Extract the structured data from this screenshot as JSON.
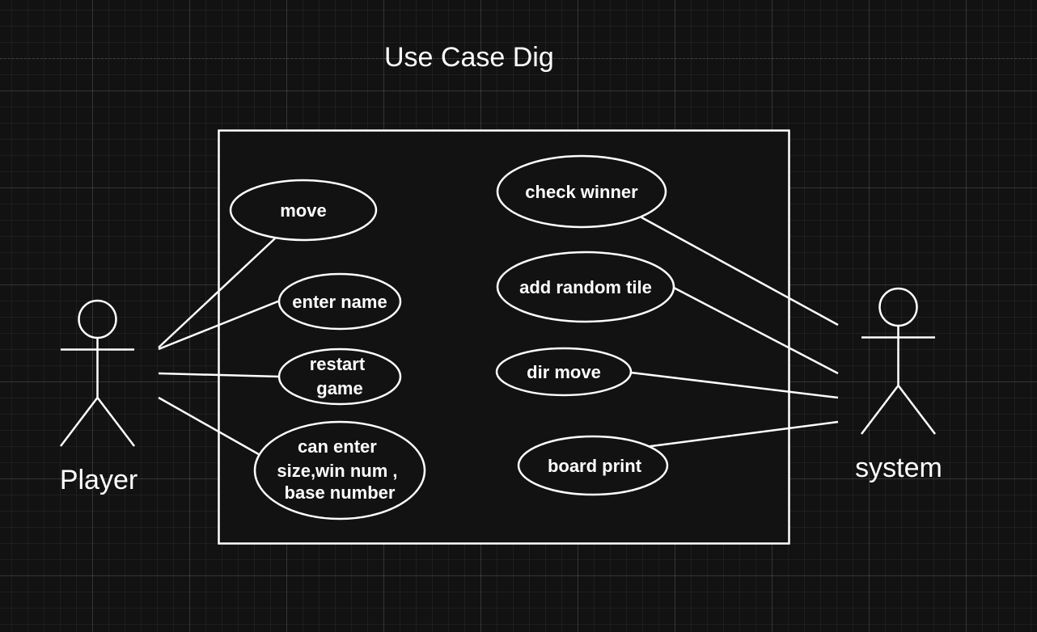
{
  "diagram": {
    "title": "Use Case Dig",
    "actors": {
      "player": "Player",
      "system": "system"
    },
    "use_cases": {
      "move": "move",
      "enter_name": "enter name",
      "restart_game": [
        "restart",
        "game"
      ],
      "can_enter": [
        "can enter",
        "size,win num ,",
        "base number"
      ],
      "check_winner": "check winner",
      "add_random_tile": "add random tile",
      "dir_move": "dir move",
      "board_print": "board print"
    }
  },
  "colors": {
    "background": "#121212",
    "stroke": "#ffffff",
    "text": "#ffffff"
  }
}
